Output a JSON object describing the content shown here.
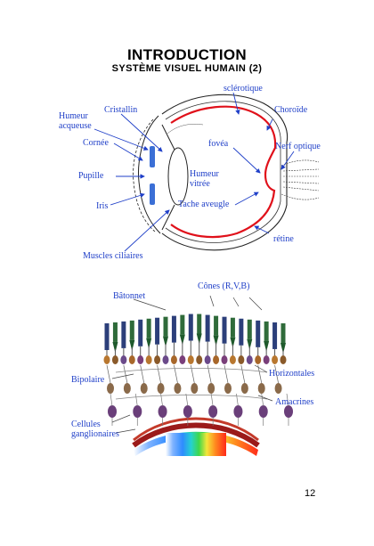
{
  "header": {
    "title": "INTRODUCTION",
    "subtitle": "SYSTÈME VISUEL HUMAIN (2)"
  },
  "eye_diagram": {
    "labels": {
      "sclerotique": "sclérotique",
      "cristallin": "Cristallin",
      "humeur_aqueuse_1": "Humeur",
      "humeur_aqueuse_2": "acqueuse",
      "choroide": "Choroïde",
      "cornee": "Cornée",
      "fovea": "fovéa",
      "nerf_optique": "Nerf optique",
      "pupille": "Pupille",
      "humeur_vitree_1": "Humeur",
      "humeur_vitree_2": "vitrée",
      "iris": "Iris",
      "tache_aveugle": "Tache aveugle",
      "retine": "rétine",
      "muscles_ciliaires": "Muscles ciliaires"
    },
    "colors": {
      "label": "#1f3fc8",
      "retina": "#e0101a",
      "lens": "#3b6fd6"
    }
  },
  "retina_diagram": {
    "labels": {
      "batonnet": "Bâtonnet",
      "cones": "Cônes (R,V,B)",
      "horizontales": "Horizontales",
      "bipolaire": "Bipolaire",
      "amacrines": "Amacrines",
      "cellules_1": "Cellules",
      "cellules_2": "ganglionaires"
    }
  },
  "footer": {
    "page_number": "12"
  }
}
